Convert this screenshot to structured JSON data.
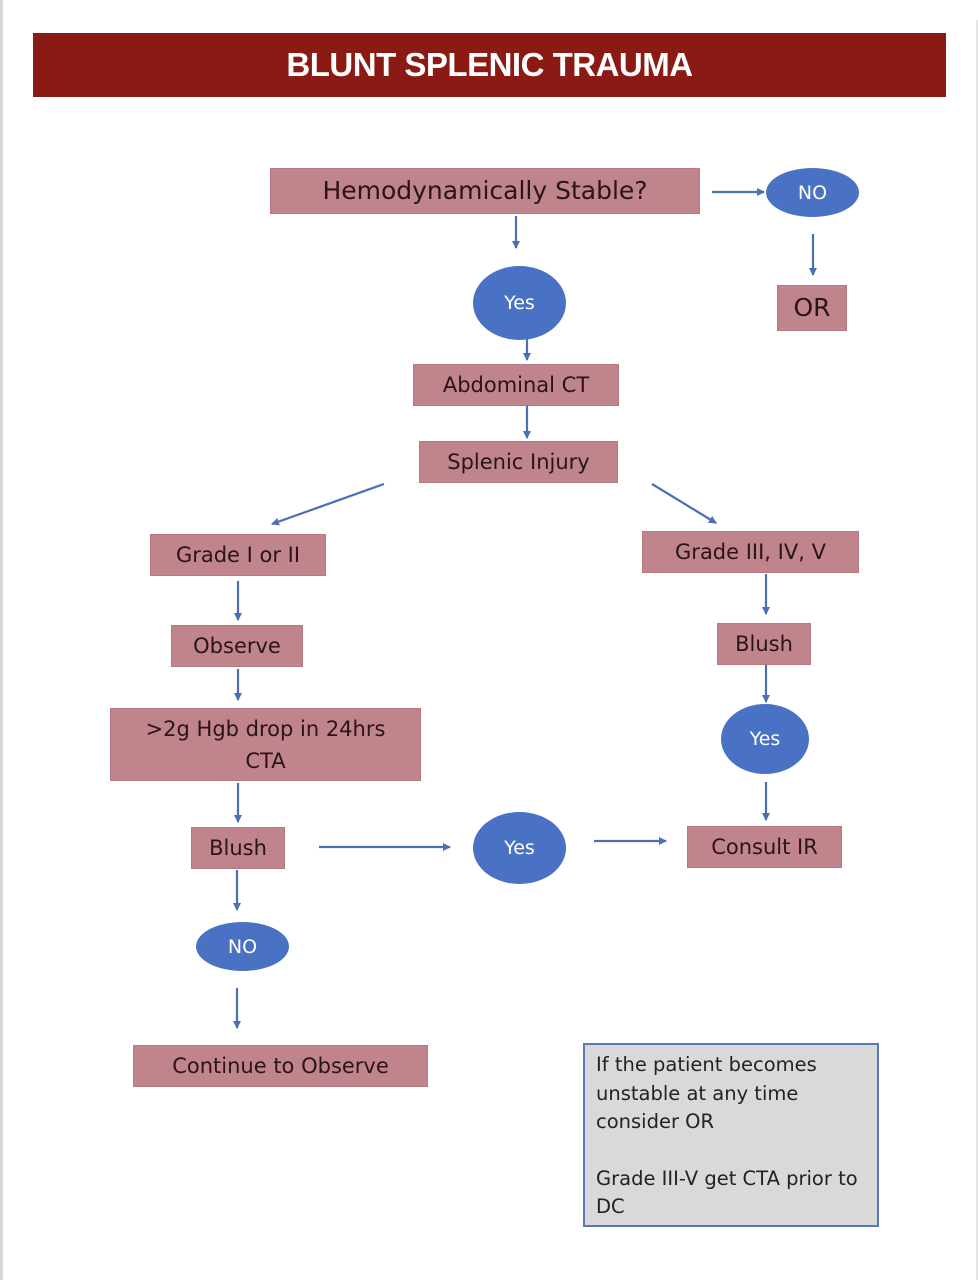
{
  "title": "BLUNT SPLENIC TRAUMA",
  "colors": {
    "title_bar": "#8b1a14",
    "box_fill": "#c0848c",
    "oval_fill": "#4a72c4",
    "arrow": "#4a6fb5",
    "note_fill": "#d9d9d9",
    "note_border": "#5a78b8"
  },
  "nodes": {
    "stable_question": "Hemodynamically Stable?",
    "no_top": "NO",
    "or": "OR",
    "yes_top": "Yes",
    "abdominal_ct": "Abdominal CT",
    "splenic_injury": "Splenic Injury",
    "grade_low": "Grade I or II",
    "grade_high": "Grade III, IV, V",
    "observe": "Observe",
    "hgb_drop_line1": ">2g Hgb drop in 24hrs",
    "hgb_drop_line2": "CTA",
    "blush_left": "Blush",
    "blush_right": "Blush",
    "yes_right": "Yes",
    "yes_middle": "Yes",
    "consult_ir": "Consult IR",
    "no_bottom": "NO",
    "continue_observe": "Continue to Observe"
  },
  "note": {
    "paragraph1": "If the patient becomes unstable at any time consider OR",
    "paragraph2": "Grade III-V get CTA prior to DC"
  },
  "edges": [
    {
      "from": "stable_question",
      "to": "no_top"
    },
    {
      "from": "no_top",
      "to": "or"
    },
    {
      "from": "stable_question",
      "to": "yes_top"
    },
    {
      "from": "yes_top",
      "to": "abdominal_ct"
    },
    {
      "from": "abdominal_ct",
      "to": "splenic_injury"
    },
    {
      "from": "splenic_injury",
      "to": "grade_low"
    },
    {
      "from": "splenic_injury",
      "to": "grade_high"
    },
    {
      "from": "grade_low",
      "to": "observe"
    },
    {
      "from": "observe",
      "to": "hgb_drop"
    },
    {
      "from": "hgb_drop",
      "to": "blush_left"
    },
    {
      "from": "blush_left",
      "to": "yes_middle"
    },
    {
      "from": "yes_middle",
      "to": "consult_ir"
    },
    {
      "from": "blush_left",
      "to": "no_bottom"
    },
    {
      "from": "no_bottom",
      "to": "continue_observe"
    },
    {
      "from": "grade_high",
      "to": "blush_right"
    },
    {
      "from": "blush_right",
      "to": "yes_right"
    },
    {
      "from": "yes_right",
      "to": "consult_ir"
    }
  ]
}
